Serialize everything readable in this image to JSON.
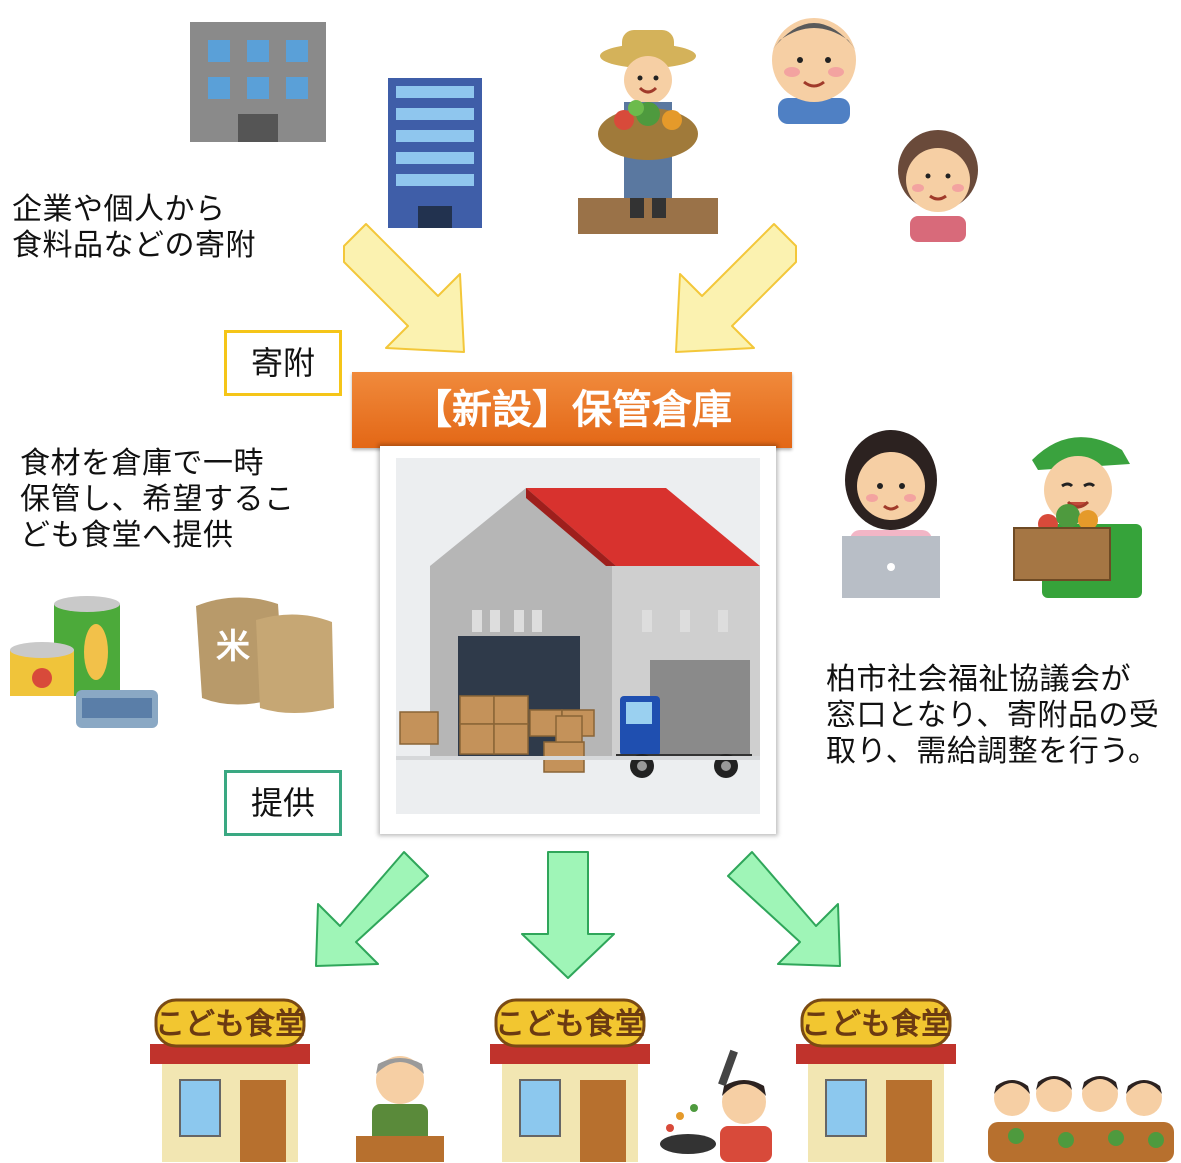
{
  "captions": {
    "donation_source": [
      "企業や個人から",
      "食料品などの寄附"
    ],
    "storage": [
      "食材を倉庫で一時",
      "保管し、希望するこ",
      "ども食堂へ提供"
    ],
    "council": [
      "柏市社会福祉協議会が",
      "窓口となり、寄附品の受",
      "取り、需給調整を行う。"
    ]
  },
  "labels": {
    "donation": "寄附",
    "provide": "提供"
  },
  "title": "【新設】保管倉庫",
  "cafeteria_sign": "こども食堂",
  "colors": {
    "donation_arrow": "#fbf2b0",
    "provide_arrow": "#9ff5b7",
    "title_bar": "#e8701f",
    "donation_border": "#f5c518",
    "provide_border": "#3aa882"
  },
  "icons": [
    "office-building-icon",
    "skyscraper-icon",
    "farmer-icon",
    "elderly-man-icon",
    "elderly-woman-icon",
    "staff-laptop-icon",
    "volunteer-box-icon",
    "canned-food-icon",
    "rice-bag-icon",
    "warehouse-icon",
    "truck-icon",
    "cafeteria-icon",
    "cook-icon",
    "chef-icon",
    "children-eating-icon"
  ]
}
